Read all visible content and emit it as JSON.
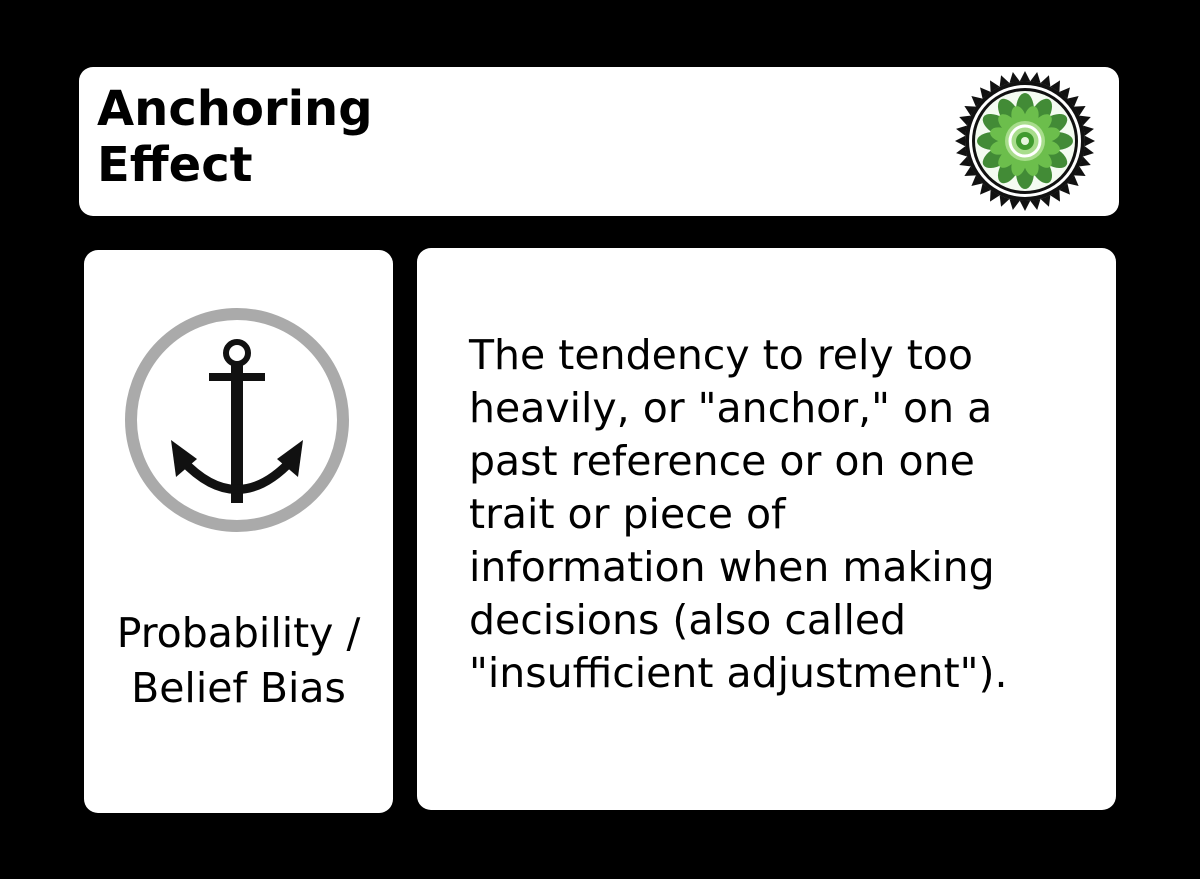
{
  "card": {
    "title_lines": [
      "Anchoring",
      "Effect"
    ],
    "badge_icon": "green-mandala-seal-icon",
    "symbol_icon": "anchor-icon",
    "category_lines": [
      "Probability /",
      "Belief Bias"
    ],
    "description_lines": [
      "The tendency to rely too",
      "heavily, or \"anchor,\" on a",
      "past reference or on one",
      "trait or piece of",
      "information when making",
      "decisions (also called",
      "\"insufficient adjustment\")."
    ]
  },
  "colors": {
    "background": "#000000",
    "panel": "#ffffff",
    "text": "#000000",
    "symbol_ring": "#aaaaaa",
    "badge_green": "#3f9a2e"
  }
}
